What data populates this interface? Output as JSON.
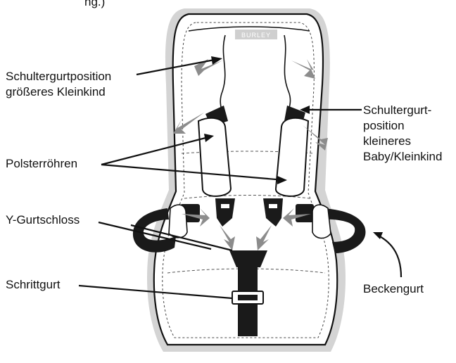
{
  "top_fragment": "ng.)",
  "brand": "BURLEY",
  "labels": {
    "shoulder_large": [
      "Schultergurtposition",
      "größeres Kleinkind"
    ],
    "shoulder_small": [
      "Schultergurt-",
      "position",
      "kleineres",
      "Baby/Kleinkind"
    ],
    "pad_tubes": "Polsterröhren",
    "y_buckle": "Y-Gurtschloss",
    "crotch_strap": "Schrittgurt",
    "hip_belt": "Beckengurt"
  },
  "colors": {
    "seat_outline": "#c8c8c8",
    "arrow_gray": "#8c8c8c",
    "strap_dark": "#1a1a1a",
    "line": "#111111"
  }
}
